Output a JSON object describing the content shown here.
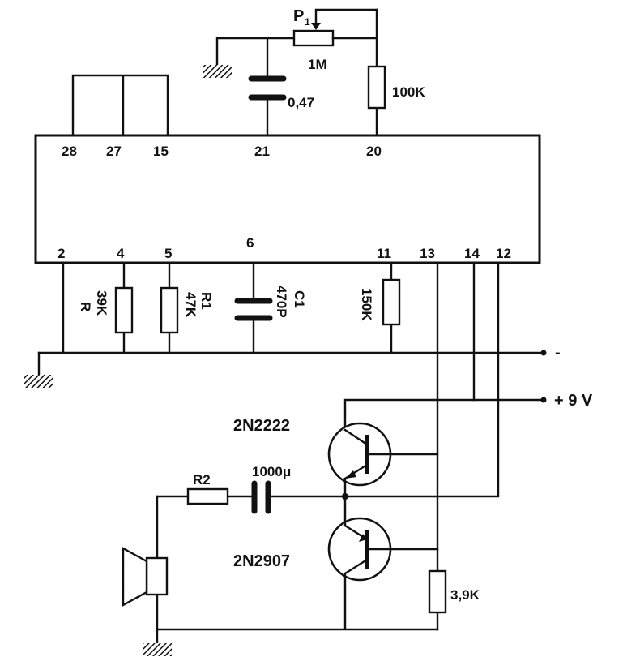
{
  "ic": {
    "top_pins": [
      "28",
      "27",
      "15",
      "21",
      "20"
    ],
    "bottom_pins": [
      "2",
      "4",
      "5",
      "6",
      "11",
      "13",
      "14",
      "12"
    ]
  },
  "components": {
    "p1": {
      "name": "P",
      "sub": "1",
      "value": "1M"
    },
    "cap_047": {
      "value": "0,47"
    },
    "r_100k": {
      "value": "100K"
    },
    "r_39k": {
      "value": "39K",
      "name": "R"
    },
    "r1": {
      "name": "R1",
      "value": "47K"
    },
    "c1": {
      "name": "C1",
      "value": "470P"
    },
    "r_150k": {
      "value": "150K"
    },
    "q_npn": {
      "name": "2N2222"
    },
    "q_pnp": {
      "name": "2N2907"
    },
    "r2": {
      "name": "R2"
    },
    "c_out": {
      "value": "1000μ"
    },
    "r_39": {
      "value": "3,9K"
    }
  },
  "rails": {
    "negative": "-",
    "positive": "+ 9 V"
  }
}
